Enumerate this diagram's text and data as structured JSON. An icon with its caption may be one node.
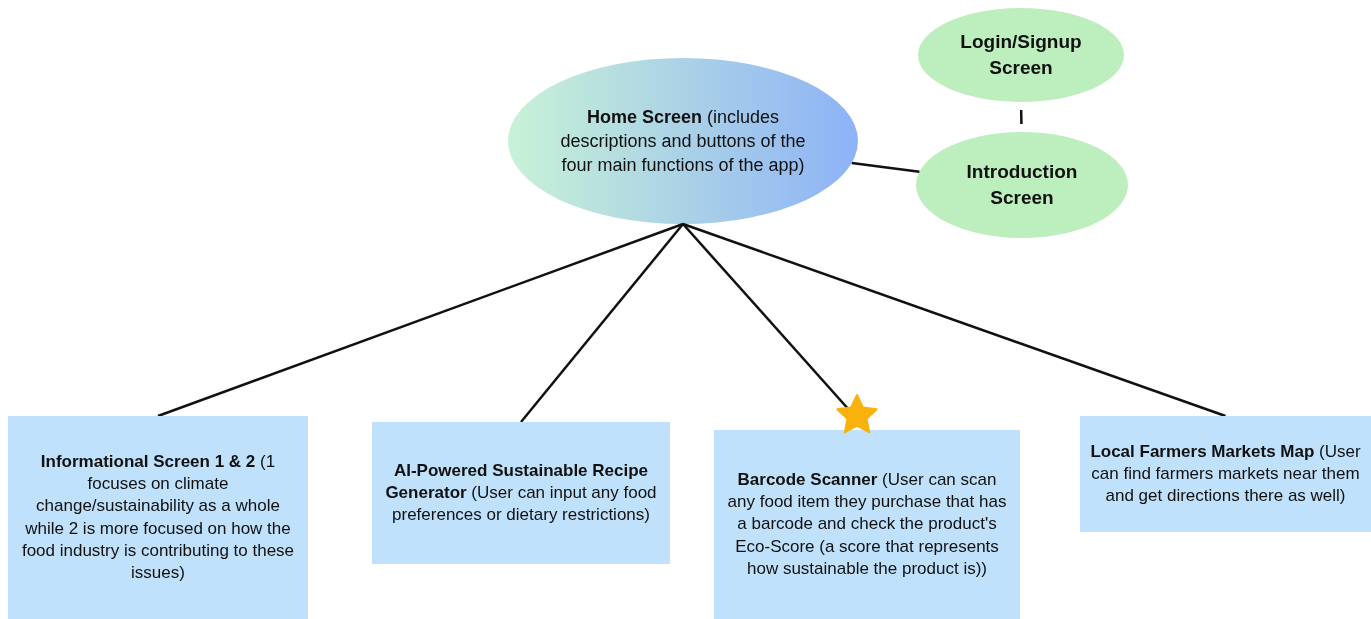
{
  "diagram": {
    "nodes": [
      {
        "text": [
          "Login/Signup Screen"
        ]
      },
      {
        "text": [
          "**Home Screen** (includes descriptions and buttons of the four main functions of the app)"
        ]
      },
      {
        "text": [
          "Introduction Screen"
        ]
      },
      {
        "text": [
          "**Informational Screen 1 & 2** (1 focuses on climate change/sustainability as a whole while 2 is more focused on how the food industry is contributing to these issues)"
        ]
      },
      {
        "text": [
          "**AI-Powered Sustainable Recipe Generator** (User can input any food preferences or dietary restrictions)"
        ]
      },
      {
        "text": [
          "**Barcode Scanner** (User can scan any food item they purchase that has a barcode and check the product's Eco-Score (a score that represents how sustainable the product is))"
        ]
      },
      {
        "text": [
          "**Local Farmers Markets Map** (User can find farmers markets near them and get directions there as well)"
        ]
      }
    ],
    "edges": [
      {
        "from": 0,
        "to": 2,
        "arrow": "none"
      },
      {
        "from": 1,
        "to": 2,
        "arrow": "none"
      },
      {
        "from": 1,
        "to": 3,
        "arrow": "none"
      },
      {
        "from": 1,
        "to": 4,
        "arrow": "none"
      },
      {
        "from": 1,
        "to": 5,
        "arrow": "none"
      },
      {
        "from": 1,
        "to": 6,
        "arrow": "none"
      }
    ]
  }
}
